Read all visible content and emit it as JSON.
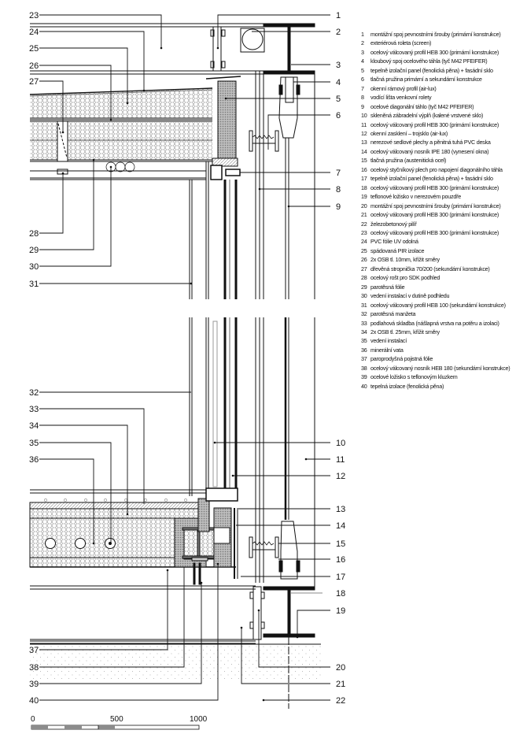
{
  "drawing": {
    "title": "Construction detail – facade / floor slab connection",
    "callouts_left": [
      "23",
      "24",
      "25",
      "26",
      "27",
      "28",
      "29",
      "30",
      "31",
      "32",
      "33",
      "34",
      "35",
      "36",
      "37",
      "38",
      "39",
      "40"
    ],
    "callouts_right": [
      "1",
      "2",
      "3",
      "4",
      "5",
      "6",
      "7",
      "8",
      "9",
      "10",
      "11",
      "12",
      "13",
      "14",
      "15",
      "16",
      "17",
      "18",
      "19",
      "20",
      "21",
      "22"
    ]
  },
  "legend": {
    "items": [
      {
        "num": "1",
        "text": "montážní spoj pevnostními šrouby (primární konstrukce)"
      },
      {
        "num": "2",
        "text": "exteriérová roleta (screen)"
      },
      {
        "num": "3",
        "text": "ocelový válcovaný profil HEB 300 (primární konstrukce)"
      },
      {
        "num": "4",
        "text": "kloubový spoj ocelového táhla (tyč M42 PFEIFER)"
      },
      {
        "num": "5",
        "text": "tepelně izolační panel (fenolická pěna) + fasádní sklo"
      },
      {
        "num": "6",
        "text": "tlačná pružina primární a sekundární konstrukce"
      },
      {
        "num": "7",
        "text": "okenní rámový profil (air-lux)"
      },
      {
        "num": "8",
        "text": "vodící lišta venkovní rolety"
      },
      {
        "num": "9",
        "text": "ocelové diagonální táhlo (tyč M42 PFEIFER)"
      },
      {
        "num": "10",
        "text": "skleněná zábradelní výplň (kalené vrstvené sklo)"
      },
      {
        "num": "11",
        "text": "ocelový válcovaný profil HEB 300 (primární konstrukce)"
      },
      {
        "num": "12",
        "text": "okenní zasklení – trojsklo (air-lux)"
      },
      {
        "num": "13",
        "text": "nerezové sedlové plechy a pěnitná tuhá PVC deska"
      },
      {
        "num": "14",
        "text": "ocelový válcovaný nosník IPE 180 (vynesení okna)"
      },
      {
        "num": "15",
        "text": "tlačná pružina (austenitická ocel)"
      },
      {
        "num": "16",
        "text": "ocelový styčníkový plech pro napojení diagonálního táhla"
      },
      {
        "num": "17",
        "text": "tepelně izolační panel (fenolická pěna) + fasádní sklo"
      },
      {
        "num": "18",
        "text": "ocelový válcovaný profil HEB 300 (primární konstrukce)"
      },
      {
        "num": "19",
        "text": "teflonové ložisko v nerezovém pouzdře"
      },
      {
        "num": "20",
        "text": "montážní spoj pevnostními šrouby (primární konstrukce)"
      },
      {
        "num": "21",
        "text": "ocelový válcovaný profil HEB 300 (primární konstrukce)"
      },
      {
        "num": "22",
        "text": "železobetonový pilíř"
      },
      {
        "num": "23",
        "text": "ocelový válcovaný profil HEB 300 (primární konstrukce)"
      },
      {
        "num": "24",
        "text": "PVC fólie UV odolná"
      },
      {
        "num": "25",
        "text": "spádovaná PIR izolace"
      },
      {
        "num": "26",
        "text": "2x OSB tl. 10mm, křížit směry"
      },
      {
        "num": "27",
        "text": "dřevěná stropnička 70/200 (sekundární konstrukce)"
      },
      {
        "num": "28",
        "text": "ocelový rošt pro SDK podhled"
      },
      {
        "num": "29",
        "text": "parotěsná fólie"
      },
      {
        "num": "30",
        "text": "vedení instalací v dutině podhledu"
      },
      {
        "num": "31",
        "text": "ocelový válcovaný profil HEB 100 (sekundární konstrukce)"
      },
      {
        "num": "32",
        "text": "parotěsná manžeta"
      },
      {
        "num": "33",
        "text": "podlahová skladba (nášlapná vrstva na potěru a izolaci)"
      },
      {
        "num": "34",
        "text": "2x OSB tl. 25mm, křížit směry"
      },
      {
        "num": "35",
        "text": "vedení instalací"
      },
      {
        "num": "36",
        "text": "minerální vata"
      },
      {
        "num": "37",
        "text": "paroprodyšná pojistná fólie"
      },
      {
        "num": "38",
        "text": "ocelový válcovaný nosník HEB 180 (sekundární konstrukce)"
      },
      {
        "num": "39",
        "text": "ocelové ložisko s teflonovým kluzkem"
      },
      {
        "num": "40",
        "text": "tepelná izolace (fenolická pěna)"
      }
    ]
  },
  "scale_bar": {
    "labels": [
      "0",
      "500",
      "1000"
    ],
    "unit": "mm"
  },
  "colors": {
    "ink": "#111111",
    "hatch": "#9a9a9a",
    "fill_gray": "#8c8c8c"
  }
}
